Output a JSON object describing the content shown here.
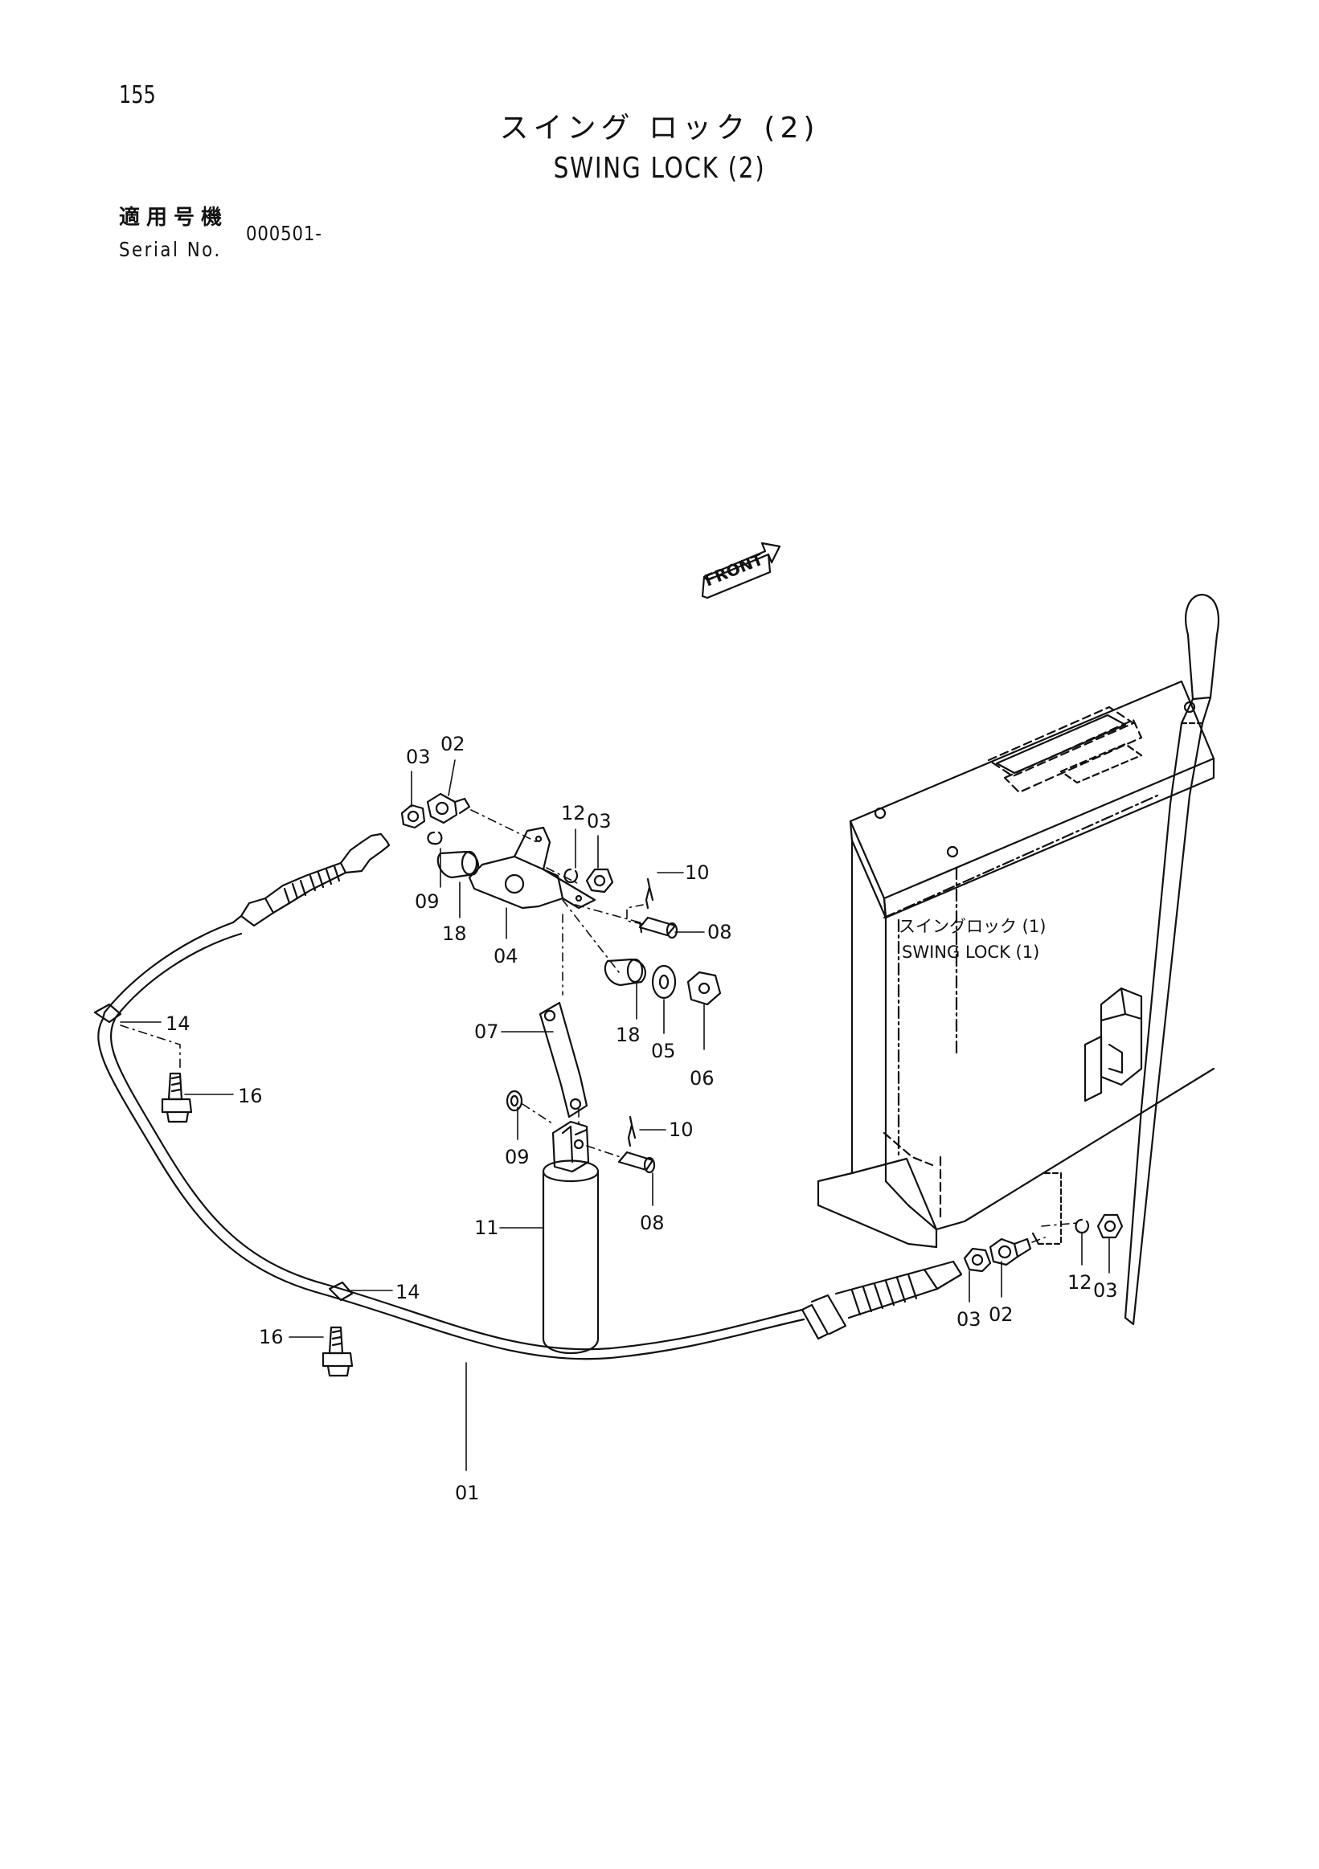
{
  "page": {
    "number": "155",
    "title_jp": "スイング ロック (2)",
    "title_en": "SWING LOCK (2)",
    "serial_label_jp": "適用号機",
    "serial_label_en": "Serial No.",
    "serial_value": "000501-"
  },
  "diagram": {
    "front_label": "FRONT",
    "reference_jp": "スイングロック (1)",
    "reference_en": "SWING LOCK (1)",
    "callouts": {
      "c01": "01",
      "c02a": "02",
      "c02b": "02",
      "c03a": "03",
      "c03b": "03",
      "c03c": "03",
      "c03d": "03",
      "c04": "04",
      "c05": "05",
      "c06": "06",
      "c07": "07",
      "c08a": "08",
      "c08b": "08",
      "c09a": "09",
      "c09b": "09",
      "c10a": "10",
      "c10b": "10",
      "c11": "11",
      "c12a": "12",
      "c12b": "12",
      "c14a": "14",
      "c14b": "14",
      "c16a": "16",
      "c16b": "16",
      "c18a": "18",
      "c18b": "18"
    }
  }
}
